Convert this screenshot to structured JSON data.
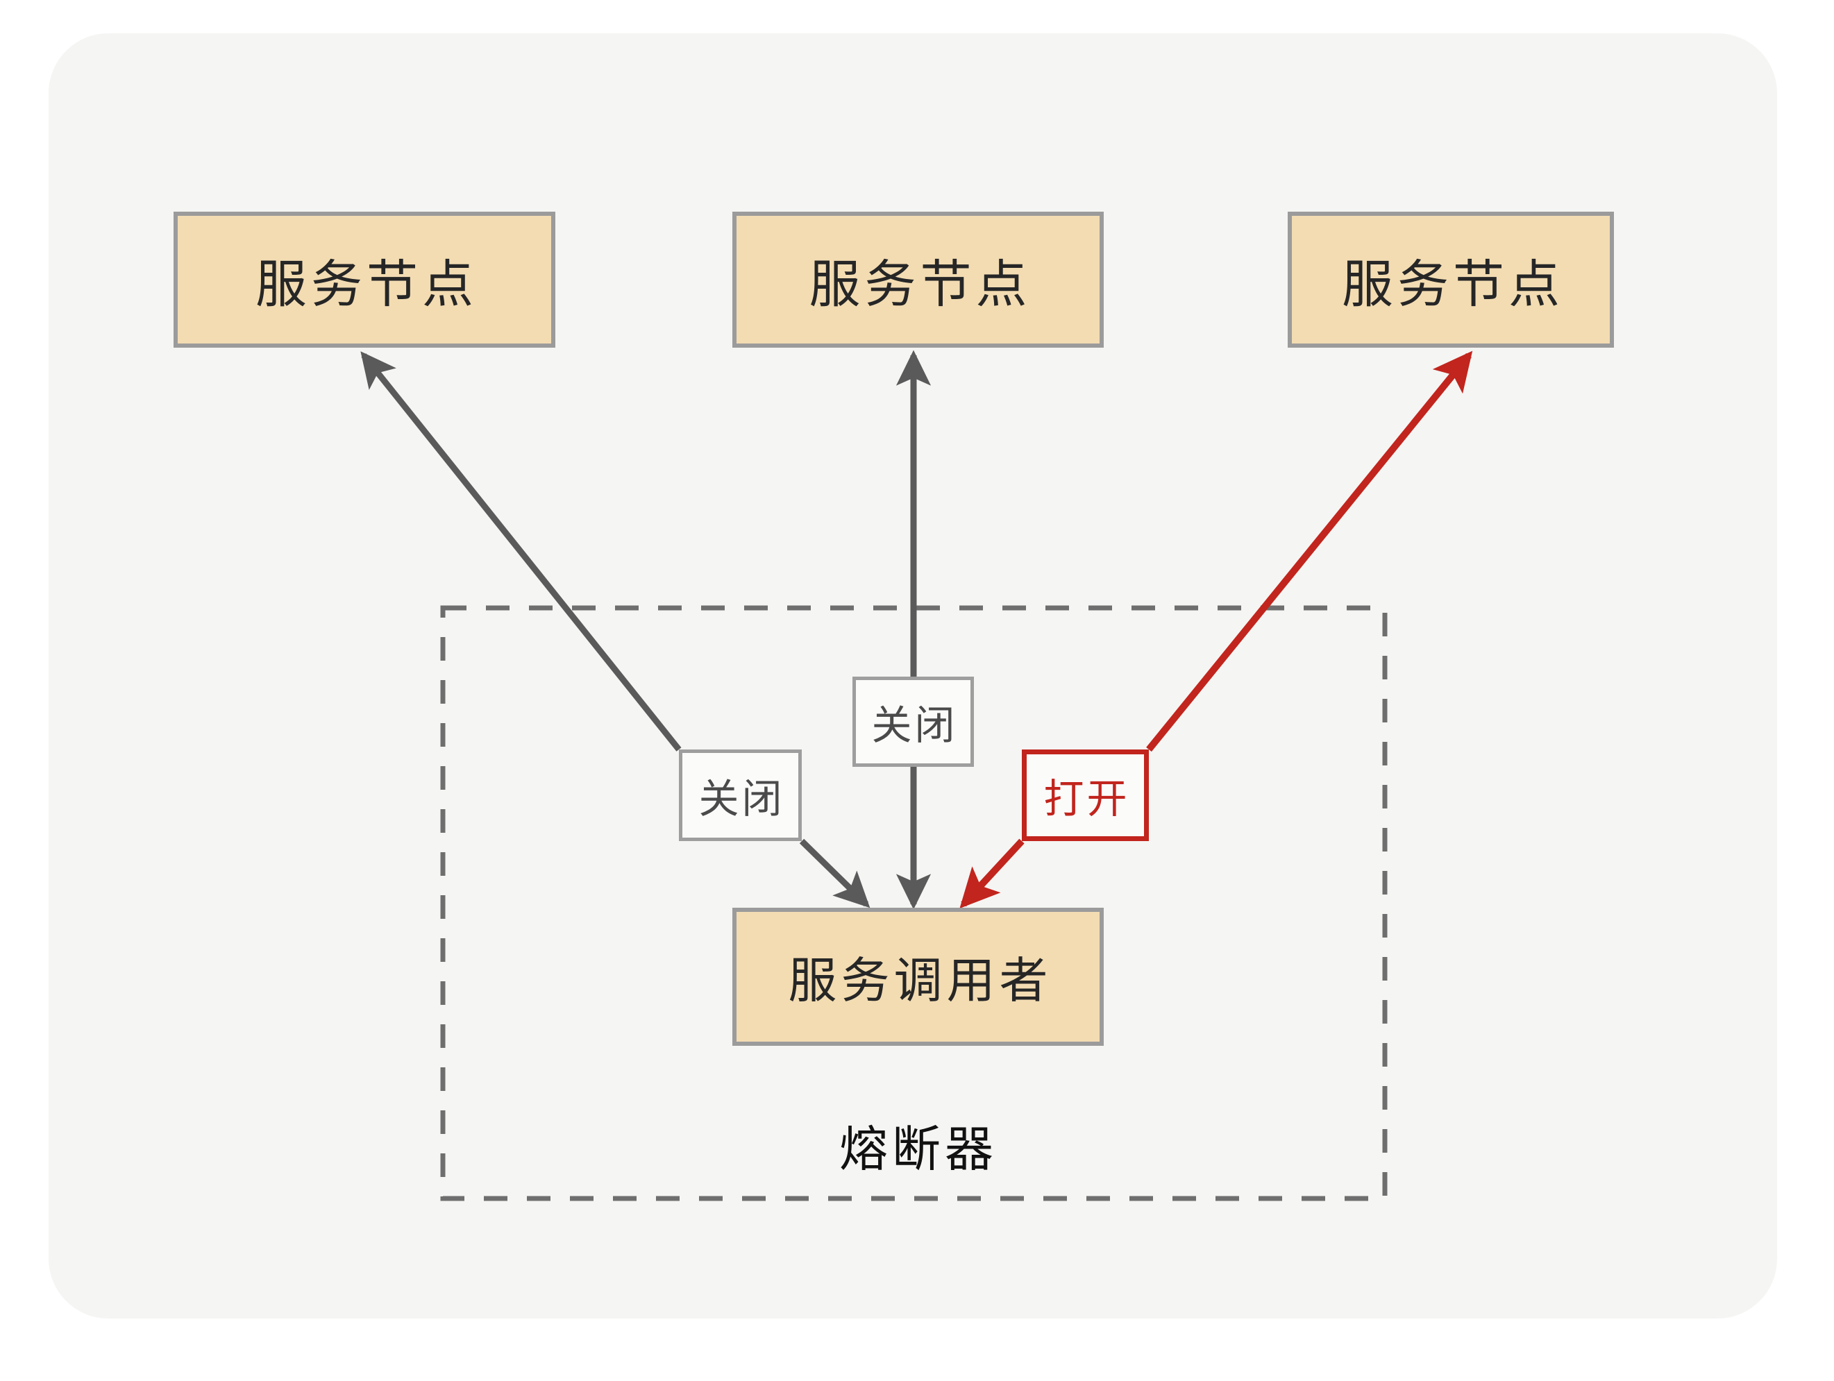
{
  "diagram": {
    "title_caption": "熔断器",
    "colors": {
      "canvas_bg": "#f5f5f3",
      "node_fill": "#f3dcb2",
      "node_border": "#9b9b9b",
      "edge_gray": "#5a5a5a",
      "edge_red": "#c1251d",
      "dashed_border": "#6e6e6e",
      "label_border_gray": "#9e9e9e",
      "label_text_gray": "#4a4a4a"
    },
    "nodes": [
      {
        "id": "service-node-1",
        "label": "服务节点"
      },
      {
        "id": "service-node-2",
        "label": "服务节点"
      },
      {
        "id": "service-node-3",
        "label": "服务节点"
      }
    ],
    "caller": {
      "id": "service-caller",
      "label": "服务调用者"
    },
    "state_labels": [
      {
        "id": "closed-left",
        "label": "关闭",
        "state": "closed",
        "color": "#4a4a4a"
      },
      {
        "id": "closed-center",
        "label": "关闭",
        "state": "closed",
        "color": "#4a4a4a"
      },
      {
        "id": "open-right",
        "label": "打开",
        "state": "open",
        "color": "#c1251d"
      }
    ],
    "edges": [
      {
        "id": "edge-caller-to-node-1",
        "from": "service-caller",
        "to": "service-node-1",
        "state": "关闭",
        "color": "#5a5a5a",
        "bidirectional": true
      },
      {
        "id": "edge-caller-to-node-2",
        "from": "service-caller",
        "to": "service-node-2",
        "state": "关闭",
        "color": "#5a5a5a",
        "bidirectional": true
      },
      {
        "id": "edge-caller-to-node-3",
        "from": "service-caller",
        "to": "service-node-3",
        "state": "打开",
        "color": "#c1251d",
        "bidirectional": true
      }
    ],
    "breaker_group": {
      "id": "circuit-breaker-group",
      "label": "熔断器",
      "border_style": "dashed"
    }
  }
}
